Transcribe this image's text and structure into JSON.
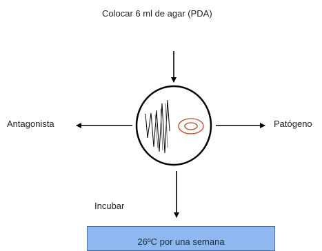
{
  "title": "Colocar  6 ml de agar (PDA)",
  "left_label": "Antagonista",
  "right_label": "Patógeno",
  "bottom_label": "Incubar",
  "result_box": {
    "text": "26ºC por una semana",
    "fill_color": "#8eb8ef"
  },
  "colors": {
    "line": "#000000",
    "pathogen_ring": "#b5471f"
  }
}
